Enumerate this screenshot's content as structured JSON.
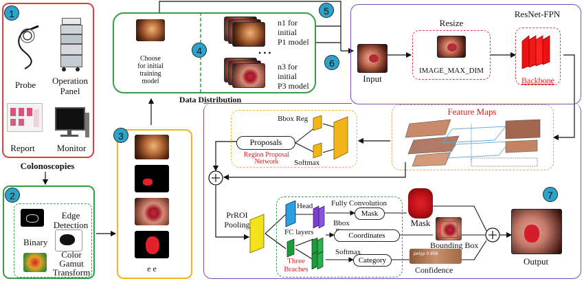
{
  "badges": [
    "1",
    "2",
    "3",
    "4",
    "5",
    "6",
    "7"
  ],
  "panel1": {
    "probe": "Probe",
    "operation_panel": [
      "Operation",
      "Panel"
    ],
    "report": "Report",
    "monitor": "Monitor",
    "caption": "Colonoscopies"
  },
  "panel2": {
    "edge": [
      "Edge",
      "Detection"
    ],
    "binary": "Binary",
    "color": [
      "Color",
      "Gamut",
      "Transform"
    ]
  },
  "panel3": {
    "footer": "e  e"
  },
  "panel4": {
    "choose": [
      "Choose",
      "for initial",
      "training",
      "model"
    ],
    "n1": [
      "n1 for",
      "initial",
      "P1 model"
    ],
    "dots": "• • •",
    "n3": [
      "n3 for",
      "initial",
      "P3 model"
    ],
    "caption": "Data Distribution"
  },
  "panel6": {
    "resize": "Resize",
    "resnet": "ResNet-FPN",
    "input": "Input",
    "image_max_dim": "IMAGE_MAX_DIM",
    "backbone": "Backbone",
    "feature_maps": "Feature Maps",
    "bbox_reg": "Bbox Reg",
    "proposals": "Proposals",
    "rpn": [
      "Region Proposal",
      "Network"
    ],
    "softmax": "Softmax"
  },
  "panel7": {
    "prroi": [
      "PrROI",
      "Pooling"
    ],
    "head": "Head",
    "fully_convolution": "Fully Convolution",
    "mask_pill": "Mask",
    "mask_label": "Mask",
    "fc_layers": "FC layers",
    "bbox_reg": [
      "Bbox",
      "Reg"
    ],
    "coordinates": "Coordinates",
    "bounding_box": "Bounding Box",
    "three_branches": [
      "Three",
      "Braches"
    ],
    "softmax": "Softmax",
    "category": "Category",
    "confidence": "Confidence",
    "output": "Output",
    "polyp_tag": "polyp 0.958"
  },
  "colors": {
    "red": "#e23b3b",
    "green": "#2ea043",
    "yellow": "#f2b418",
    "purple": "#7c4bb8",
    "orange": "#f0a060",
    "badge": "#2ea3c9"
  }
}
